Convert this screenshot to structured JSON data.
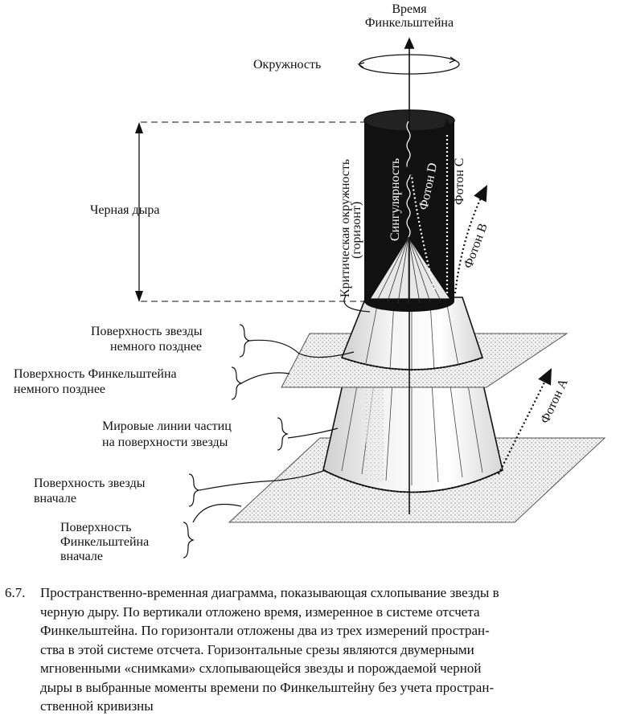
{
  "labels": {
    "time_axis": [
      "Время",
      "Финкельштейна"
    ],
    "circumference": "Окружность",
    "black_hole": "Черная дыра",
    "critical_circumference": [
      "Критическая окружность",
      "(горизонт)"
    ],
    "singularity": "Сингулярность",
    "photon_d": "Фотон D",
    "photon_c": "Фотон C",
    "photon_b": "Фотон B",
    "photon_a": "Фотон A",
    "star_surface_later": [
      "Поверхность звезды",
      "немного позднее"
    ],
    "finkelstein_surface_later": [
      "Поверхность Финкельштейна",
      "немного позднее"
    ],
    "world_lines": [
      "Мировые линии частиц",
      "на поверхности звезды"
    ],
    "star_surface_initial": [
      "Поверхность звезды",
      "вначале"
    ],
    "finkelstein_surface_initial": [
      "Поверхность",
      "Финкельштейна",
      "вначале"
    ]
  },
  "caption": {
    "number": "6.7.",
    "lines": [
      "Пространственно-временная диаграмма, показывающая схлопывание звезды в",
      "черную дыру. По вертикали отложено время, измеренное в системе отсчета",
      "Финкельштейна. По горизонтали отложены два из трех измерений простран-",
      "ства в этой системе отсчета. Горизонтальные срезы являются двумерными",
      "мгновенными «снимками» схлопывающейся звезды и порождаемой черной",
      "дыры в выбранные моменты времени по Финкельштейну без учета простран-",
      "ственной кривизны"
    ]
  }
}
